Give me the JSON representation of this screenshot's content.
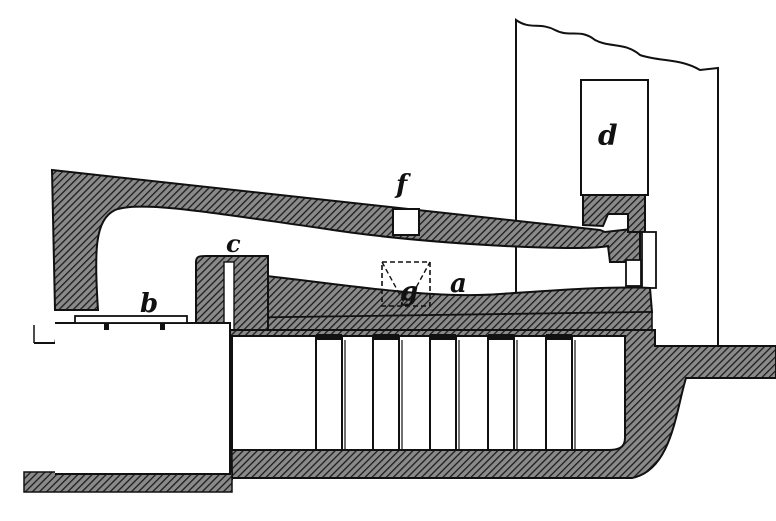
{
  "figure": {
    "labels": {
      "a": "a",
      "b": "b",
      "c": "c",
      "d": "d",
      "f": "f",
      "g": "g"
    }
  },
  "colors": {
    "ink": "#111111",
    "paper": "#ffffff",
    "hatch": "#2a2a2a"
  }
}
